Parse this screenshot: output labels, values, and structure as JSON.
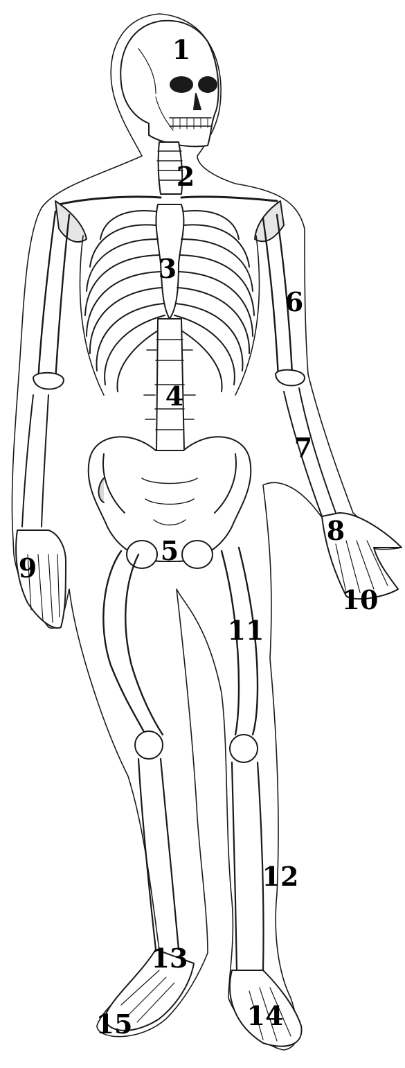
{
  "colors": {
    "line": "#1a1a1a",
    "bone_fill": "#ffffff",
    "shade": "#cfcfcf",
    "label": "#000000"
  },
  "labels": {
    "l1": "1",
    "l2": "2",
    "l3": "3",
    "l4": "4",
    "l5": "5",
    "l6": "6",
    "l7": "7",
    "l8": "8",
    "l9": "9",
    "l10": "10",
    "l11": "11",
    "l12": "12",
    "l13": "13",
    "l14": "14",
    "l15": "15"
  }
}
